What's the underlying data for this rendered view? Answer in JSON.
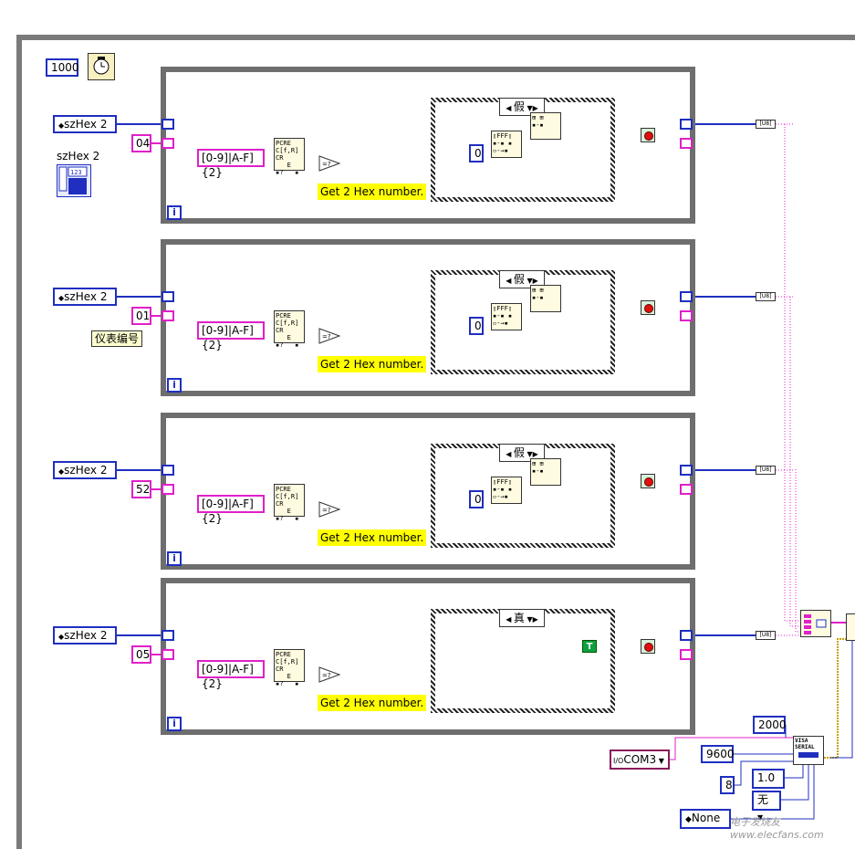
{
  "timer": {
    "value": "1000"
  },
  "legend": {
    "title": "szHex 2"
  },
  "loops": [
    {
      "input_label": "szHex 2",
      "number": "04",
      "regex": "[0-9]|A-F]{2}",
      "case_label": "假",
      "hint": "Get 2 Hex number.",
      "zero": "0",
      "true_const": "",
      "extra_label": ""
    },
    {
      "input_label": "szHex 2",
      "number": "01",
      "regex": "[0-9]|A-F]{2}",
      "case_label": "假",
      "hint": "Get 2 Hex number.",
      "zero": "0",
      "true_const": "",
      "extra_label": "仪表编号"
    },
    {
      "input_label": "szHex 2",
      "number": "52",
      "regex": "[0-9]|A-F]{2}",
      "case_label": "假",
      "hint": "Get 2 Hex number.",
      "zero": "0",
      "true_const": "",
      "extra_label": ""
    },
    {
      "input_label": "szHex 2",
      "number": "05",
      "regex": "[0-9]|A-F]{2}",
      "case_label": "真",
      "hint": "Get 2 Hex number.",
      "zero": "",
      "true_const": "T",
      "extra_label": ""
    }
  ],
  "loop_index": "i",
  "serial": {
    "timeout": "2000",
    "baud": "9600",
    "data_bits": "8",
    "stop_bits": "1.0",
    "parity": "无",
    "flow": "None",
    "port": "COM3",
    "visa_label": "VISA SERIAL"
  },
  "watermark": "电子发烧友 www.elecfans.com"
}
